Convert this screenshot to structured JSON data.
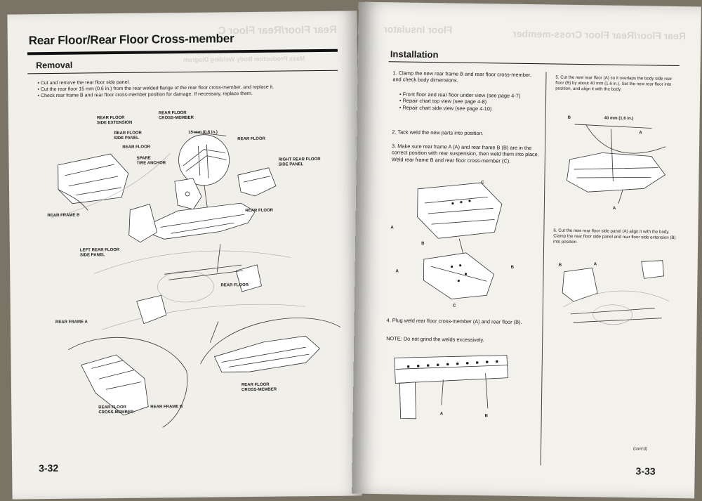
{
  "left": {
    "title": "Rear Floor/Rear Floor Cross-member",
    "section": "Removal",
    "bullets": [
      "Cut and remove the rear floor side panel.",
      "Cut the rear floor 15 mm (0.6 in.) from the rear welded flange of the rear floor cross-member, and replace it.",
      "Check rear frame B and rear floor cross-member position for damage. If necessary, replace them."
    ],
    "labels": {
      "ext": "REAR FLOOR\nSIDE EXTENSION",
      "cm_top": "REAR FLOOR\nCROSS-MEMBER",
      "side_panel": "REAR FLOOR\nSIDE PANEL",
      "mm": "15 mm (0.6 in.)",
      "rf1": "REAR FLOOR",
      "rf2": "REAR FLOOR",
      "spare": "SPARE\nTIRE ANCHOR",
      "right_side": "RIGHT REAR FLOOR\nSIDE PANEL",
      "frame_b": "REAR FRAME B",
      "rf3": "REAR FLOOR",
      "left_side": "LEFT REAR FLOOR\nSIDE PANEL",
      "rf4": "REAR FLOOR",
      "frame_a": "REAR FRAME A",
      "cm_bot": "REAR FLOOR\nCROSS-MEMBER",
      "cm_bot2": "REAR FLOOR\nCROSS-MEMBER",
      "frame_b2": "REAR FRAME B"
    },
    "page_number": "3-32"
  },
  "right": {
    "section": "Installation",
    "steps": {
      "s1": "1. Clamp the new rear frame B and rear floor cross-member, and check body dimensions.",
      "s1_bullets": [
        "Front floor and rear floor under view (see page 4-7)",
        "Repair chart top view (see page 4-8)",
        "Repair chart side view (see page 4-10)"
      ],
      "s2": "2. Tack weld the new parts into position.",
      "s3": "3. Make sure rear frame A (A) and rear frame B (B) are in the correct position with rear suspension, then weld them into place. Weld rear frame B and rear floor cross-member (C).",
      "s4": "4. Plug weld rear floor cross-member (A) and rear floor (B).",
      "note": "NOTE: Do not grind the welds excessively.",
      "s5": "5. Cut the new rear floor (A) so it overlaps the body side rear floor (B) by about 40 mm (1.6 in.). Set the new rear floor into position, and align it with the body.",
      "s6": "6. Cut the new rear floor side panel (A) align it with the body. Clamp the rear floor side panel and rear floor side extension (B) into position."
    },
    "callouts": {
      "A": "A",
      "B": "B",
      "C": "C",
      "mm40": "40 mm (1.6 in.)"
    },
    "contd": "(cont'd)",
    "page_number": "3-33"
  },
  "ghost": {
    "left_top": "Rear Floor/Rear Floor C",
    "left_sub": "Mass Production Body Welding Diagram",
    "right_top": "Floor Insulator",
    "right_top2": "Rear Floor/Rear Floor Cross-member"
  }
}
